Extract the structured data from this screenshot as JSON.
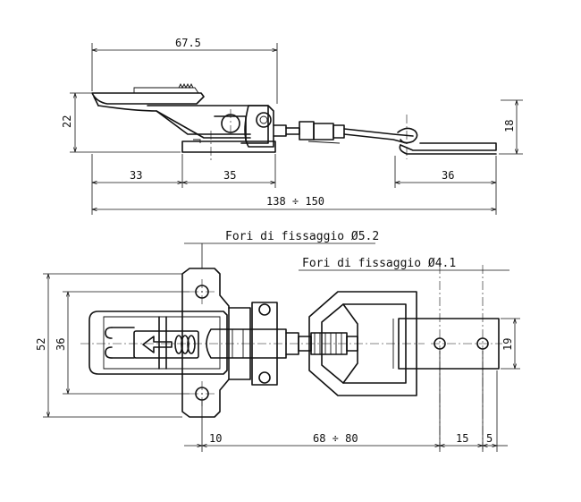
{
  "top_view": {
    "overall_length": "67.5",
    "height": "22",
    "base_height": "18",
    "dim_left": "33",
    "dim_mid": "35",
    "dim_right": "36",
    "total_length": "138 ÷ 150"
  },
  "plan_view": {
    "hole_label_1": "Fori di fissaggio Ø5.2",
    "hole_label_2": "Fori di fissaggio Ø4.1",
    "width_outer": "52",
    "width_inner": "36",
    "width_plate": "19",
    "dim_10": "10",
    "dim_range": "68 ÷ 80",
    "dim_15": "15",
    "dim_5": "5"
  }
}
